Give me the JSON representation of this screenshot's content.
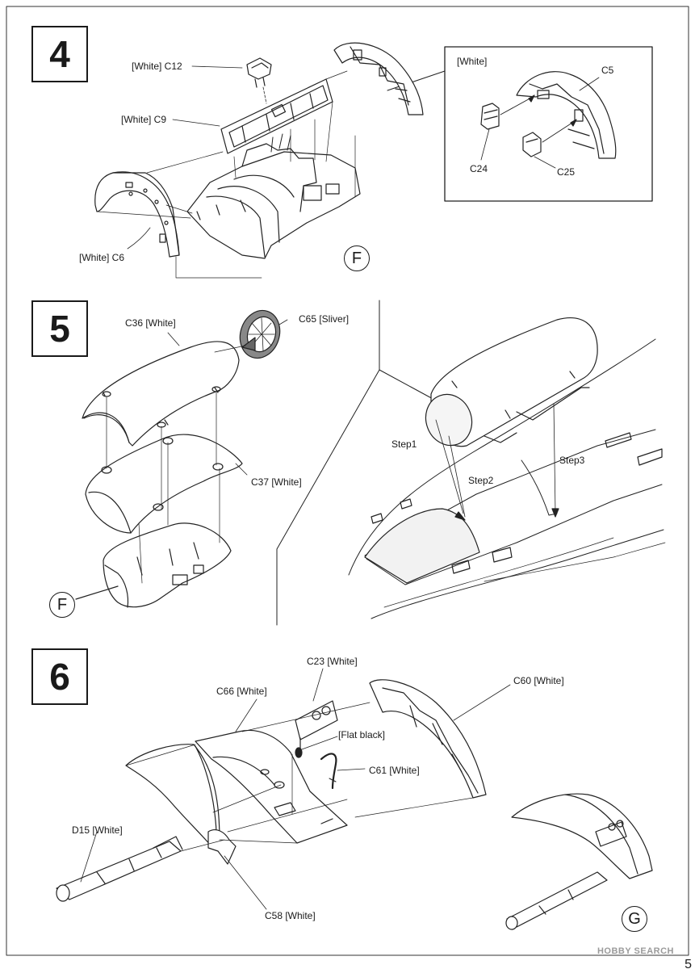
{
  "steps": [
    {
      "number": "4",
      "labels": {
        "c12": "[White]  C12",
        "c9": "[White]  C9",
        "c6": "[White]  C6",
        "inset_color": "[White]",
        "c5": "C5",
        "c24": "C24",
        "c25": "C25"
      },
      "subassembly": "F"
    },
    {
      "number": "5",
      "labels": {
        "c36": "C36 [White]",
        "c65": "C65 [Sliver]",
        "c37": "C37 [White]",
        "step1": "Step1",
        "step2": "Step2",
        "step3": "Step3"
      },
      "subassembly": "F"
    },
    {
      "number": "6",
      "labels": {
        "c23": "C23 [White]",
        "c66": "C66 [White]",
        "c60": "C60 [White]",
        "flat_black": "[Flat black]",
        "c61": "C61 [White]",
        "d15": "D15 [White]",
        "c58": "C58 [White]"
      },
      "subassembly": "G"
    }
  ],
  "footer": {
    "watermark": "HOBBY SEARCH",
    "page_number": "5"
  }
}
